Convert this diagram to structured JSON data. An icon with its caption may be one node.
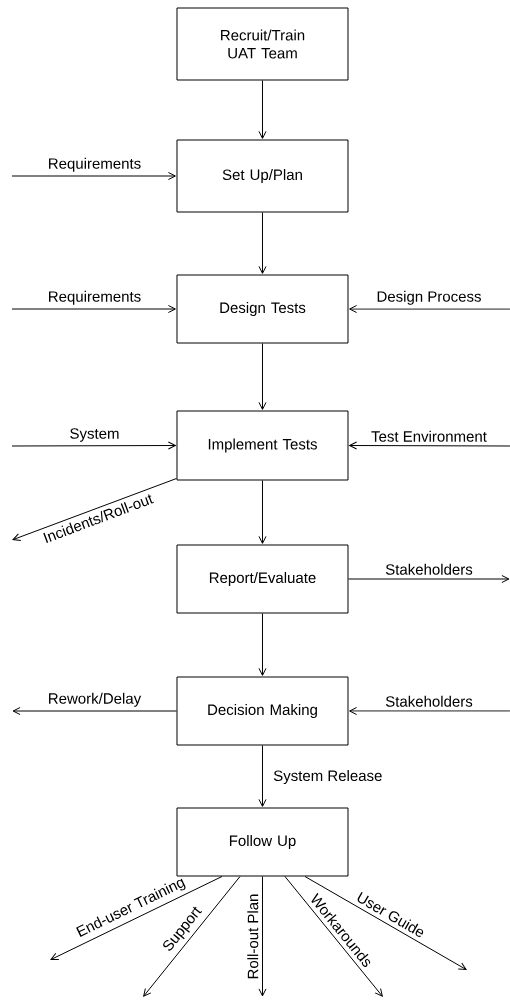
{
  "diagram": {
    "nodes": [
      {
        "text": [
          "Recruit/Train UAT Team"
        ]
      },
      {
        "text": [
          "Set Up/Plan"
        ]
      },
      {
        "text": [
          "Design Tests"
        ]
      },
      {
        "text": [
          "Implement Tests"
        ]
      },
      {
        "text": [
          "Report/Evaluate"
        ]
      },
      {
        "text": [
          "Decision Making"
        ]
      },
      {
        "text": [
          "Follow Up"
        ]
      }
    ],
    "edges": [
      {
        "from": 0,
        "to": 1,
        "arrow": "to"
      },
      {
        "from": 1,
        "to": 2,
        "arrow": "to"
      },
      {
        "from": 2,
        "to": 3,
        "arrow": "to"
      },
      {
        "from": 3,
        "to": 4,
        "arrow": "to"
      },
      {
        "from": 4,
        "to": 5,
        "arrow": "to"
      },
      {
        "from": 5,
        "to": 6,
        "arrow": "to",
        "label": "System Release"
      },
      {
        "from": null,
        "to": 1,
        "arrow": "to",
        "label": "Requirements"
      },
      {
        "from": null,
        "to": 2,
        "arrow": "to",
        "label": "Requirements"
      },
      {
        "from": null,
        "to": 2,
        "arrow": "to",
        "label": "Design Process"
      },
      {
        "from": null,
        "to": 3,
        "arrow": "to",
        "label": "System"
      },
      {
        "from": null,
        "to": 3,
        "arrow": "to",
        "label": "Test Environment"
      },
      {
        "from": 3,
        "to": null,
        "arrow": "to",
        "label": "Incidents/Roll-out"
      },
      {
        "from": 4,
        "to": null,
        "arrow": "to",
        "label": "Stakeholders"
      },
      {
        "from": 5,
        "to": null,
        "arrow": "to",
        "label": "Rework/Delay"
      },
      {
        "from": null,
        "to": 5,
        "arrow": "to",
        "label": "Stakeholders"
      },
      {
        "from": 6,
        "to": null,
        "arrow": "to",
        "label": "End-user Training"
      },
      {
        "from": 6,
        "to": null,
        "arrow": "to",
        "label": "Support"
      },
      {
        "from": 6,
        "to": null,
        "arrow": "to",
        "label": "Roll-out Plan"
      },
      {
        "from": 6,
        "to": null,
        "arrow": "to",
        "label": "Workarounds"
      },
      {
        "from": 6,
        "to": null,
        "arrow": "to",
        "label": "User Guide"
      }
    ]
  }
}
